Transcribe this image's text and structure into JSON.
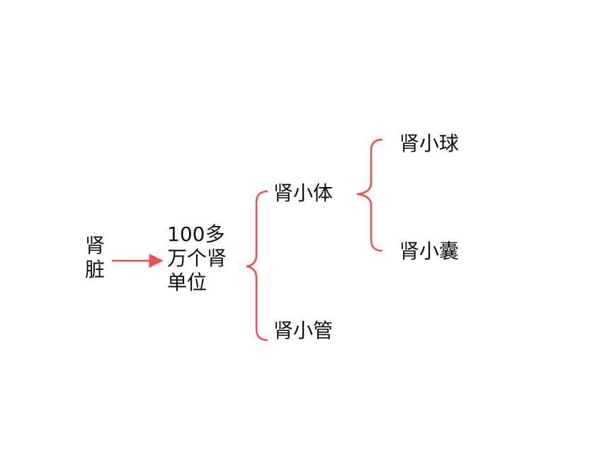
{
  "diagram": {
    "accent_color": "#f05050",
    "nodes": {
      "kidney": "肾脏",
      "nephron_count": "100多万个肾单位",
      "renal_corpuscle": "肾小体",
      "renal_tubule": "肾小管",
      "glomerulus": "肾小球",
      "renal_capsule": "肾小囊"
    }
  }
}
